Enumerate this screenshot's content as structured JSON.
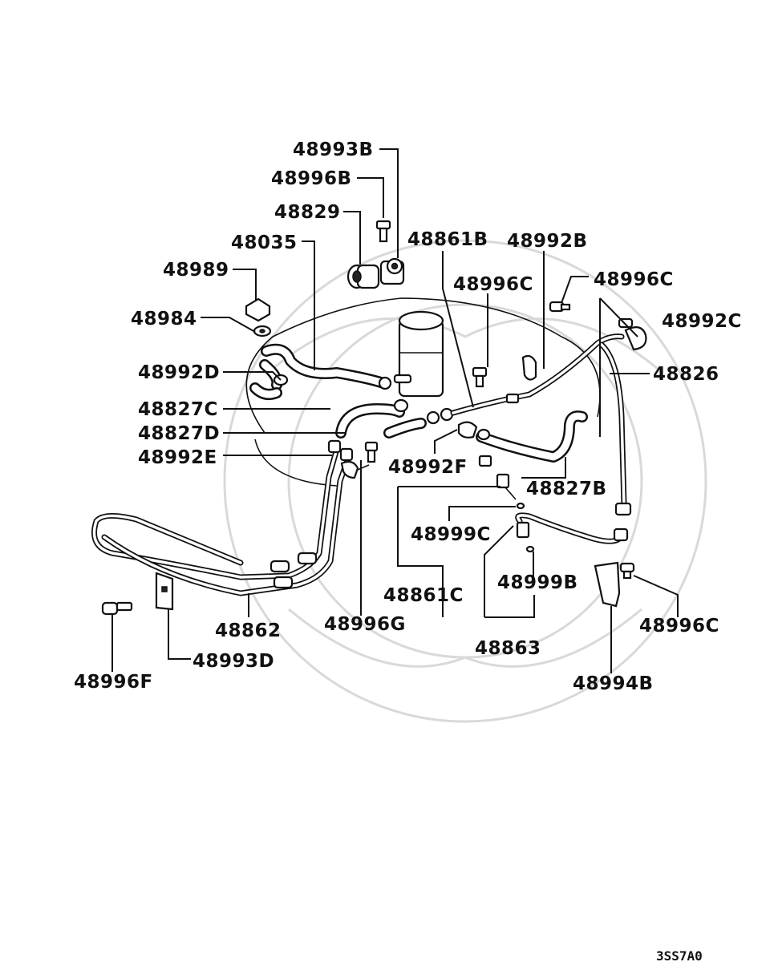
{
  "diagram": {
    "labels": {
      "p48993B": "48993B",
      "p48996B": "48996B",
      "p48829": "48829",
      "p48035": "48035",
      "p48861B": "48861B",
      "p48992B": "48992B",
      "p48989": "48989",
      "p48996C_top": "48996C",
      "p48996C_right": "48996C",
      "p48992C": "48992C",
      "p48984": "48984",
      "p48992D": "48992D",
      "p48826": "48826",
      "p48827C": "48827C",
      "p48827D": "48827D",
      "p48992E": "48992E",
      "p48992F": "48992F",
      "p48827B": "48827B",
      "p48999C": "48999C",
      "p48861C": "48861C",
      "p48999B": "48999B",
      "p48863": "48863",
      "p48862": "48862",
      "p48996G": "48996G",
      "p48996C_bottom": "48996C",
      "p48993D": "48993D",
      "p48996F": "48996F",
      "p48994B": "48994B"
    },
    "drawing_code": "3SS7A0"
  }
}
